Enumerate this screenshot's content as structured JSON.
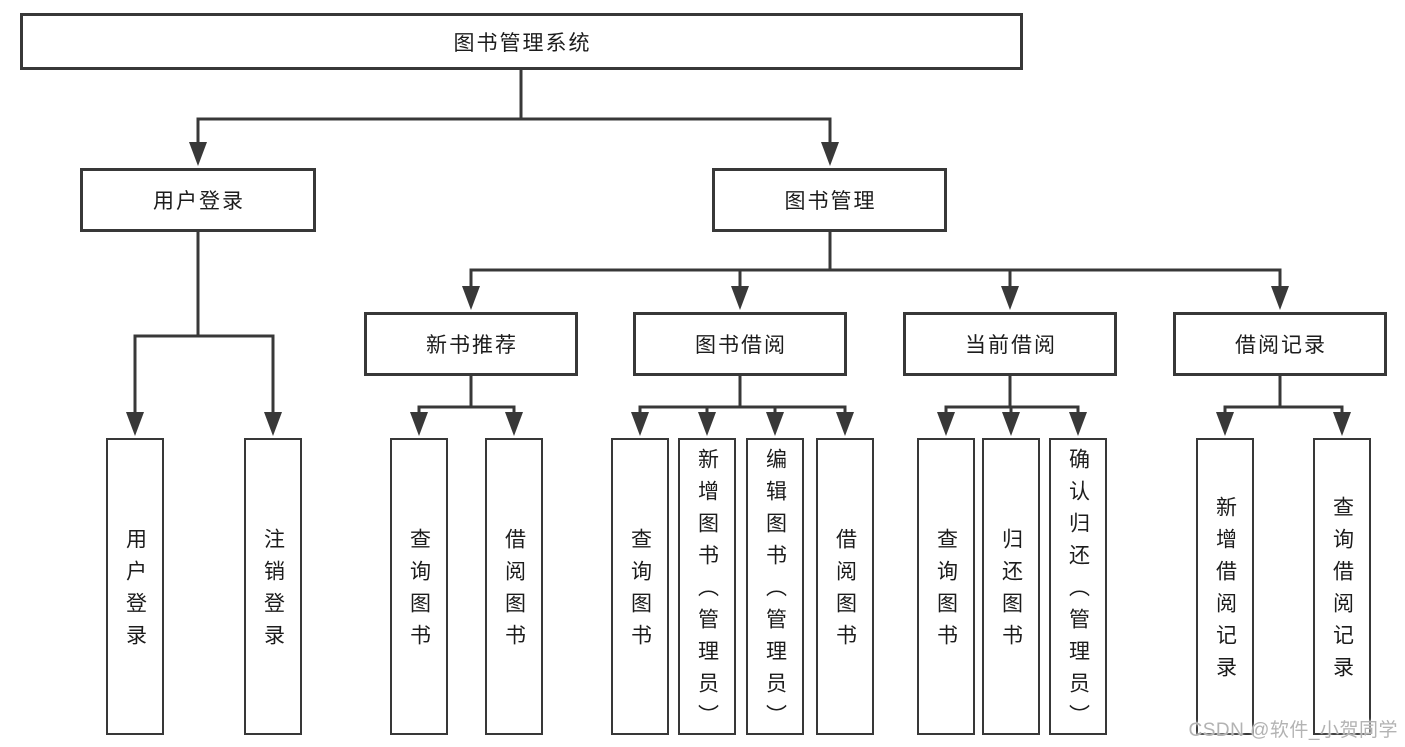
{
  "colors": {
    "background": "#ffffff",
    "line": "#383838",
    "box_border": "#383838",
    "text": "#1c1c1c",
    "watermark": "#b3b3b3"
  },
  "tree": {
    "root": "图书管理系统",
    "branches": [
      {
        "label": "用户登录",
        "leaves": [
          "用户登录",
          "注销登录"
        ]
      },
      {
        "label": "图书管理",
        "groups": [
          {
            "label": "新书推荐",
            "leaves": [
              "查询图书",
              "借阅图书"
            ]
          },
          {
            "label": "图书借阅",
            "leaves": [
              "查询图书",
              "新增图书（管理员）",
              "编辑图书（管理员）",
              "借阅图书"
            ]
          },
          {
            "label": "当前借阅",
            "leaves": [
              "查询图书",
              "归还图书",
              "确认归还（管理员）"
            ]
          },
          {
            "label": "借阅记录",
            "leaves": [
              "新增借阅记录",
              "查询借阅记录"
            ]
          }
        ]
      }
    ]
  },
  "watermark": "CSDN @软件_小贺同学"
}
